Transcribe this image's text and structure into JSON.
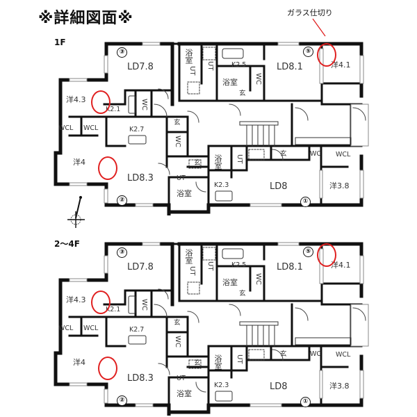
{
  "title": "※詳細図面※",
  "annotation": {
    "label": "ガラス仕切り",
    "color": "#e02020"
  },
  "colors": {
    "wall": "#111111",
    "highlight": "#e02020",
    "window": "#ffffff"
  },
  "floors": [
    {
      "label": "1F",
      "units": [
        {
          "number": "①",
          "rooms": {
            "ld": "LD8",
            "kitchen": "K2.3",
            "western": "洋3.8",
            "wc": "WC",
            "wcl": "WCL",
            "bath": "浴室",
            "ut": "UT",
            "entrance": "玄"
          }
        },
        {
          "number": "②",
          "rooms": {
            "ld": "LD8.3",
            "kitchen": "K2.7",
            "western": "洋4",
            "wc": "WC",
            "wcl1": "WCL",
            "wcl2": "WCL",
            "bath": "浴室",
            "ut": "UT",
            "entrance": "玄"
          }
        },
        {
          "number": "③",
          "rooms": {
            "ld": "LD7.8",
            "kitchen": "K2.1",
            "western": "洋4.3",
            "wc": "WC",
            "bath": "浴室",
            "ut": "UT",
            "entrance": "玄"
          }
        },
        {
          "number": "⑤",
          "rooms": {
            "ld": "LD8.1",
            "kitchen": "K2.5",
            "western": "洋4.1",
            "wc": "WC",
            "bath": "浴室",
            "ut": "UT",
            "entrance": "玄"
          }
        }
      ]
    },
    {
      "label": "2〜4F",
      "units": [
        {
          "number": "①",
          "rooms": {
            "ld": "LD8",
            "kitchen": "K2.3",
            "western": "洋3.8",
            "wc": "WC",
            "wcl": "WCL",
            "bath": "浴室",
            "ut": "UT",
            "entrance": "玄"
          }
        },
        {
          "number": "②",
          "rooms": {
            "ld": "LD8.3",
            "kitchen": "K2.7",
            "western": "洋4",
            "wc": "WC",
            "wcl1": "WCL",
            "wcl2": "WCL",
            "bath": "浴室",
            "ut": "UT",
            "entrance": "玄"
          }
        },
        {
          "number": "③",
          "rooms": {
            "ld": "LD7.8",
            "kitchen": "K2.1",
            "western": "洋4.3",
            "wc": "WC",
            "bath": "浴室",
            "ut": "UT",
            "entrance": "玄"
          }
        },
        {
          "number": "⑤",
          "rooms": {
            "ld": "LD8.1",
            "kitchen": "K2.5",
            "western": "洋4.1",
            "wc": "WC",
            "bath": "浴室",
            "ut": "UT",
            "entrance": "玄"
          }
        }
      ]
    }
  ],
  "glyphs": {
    "wc_v": "WC",
    "ut_v": "UT"
  }
}
